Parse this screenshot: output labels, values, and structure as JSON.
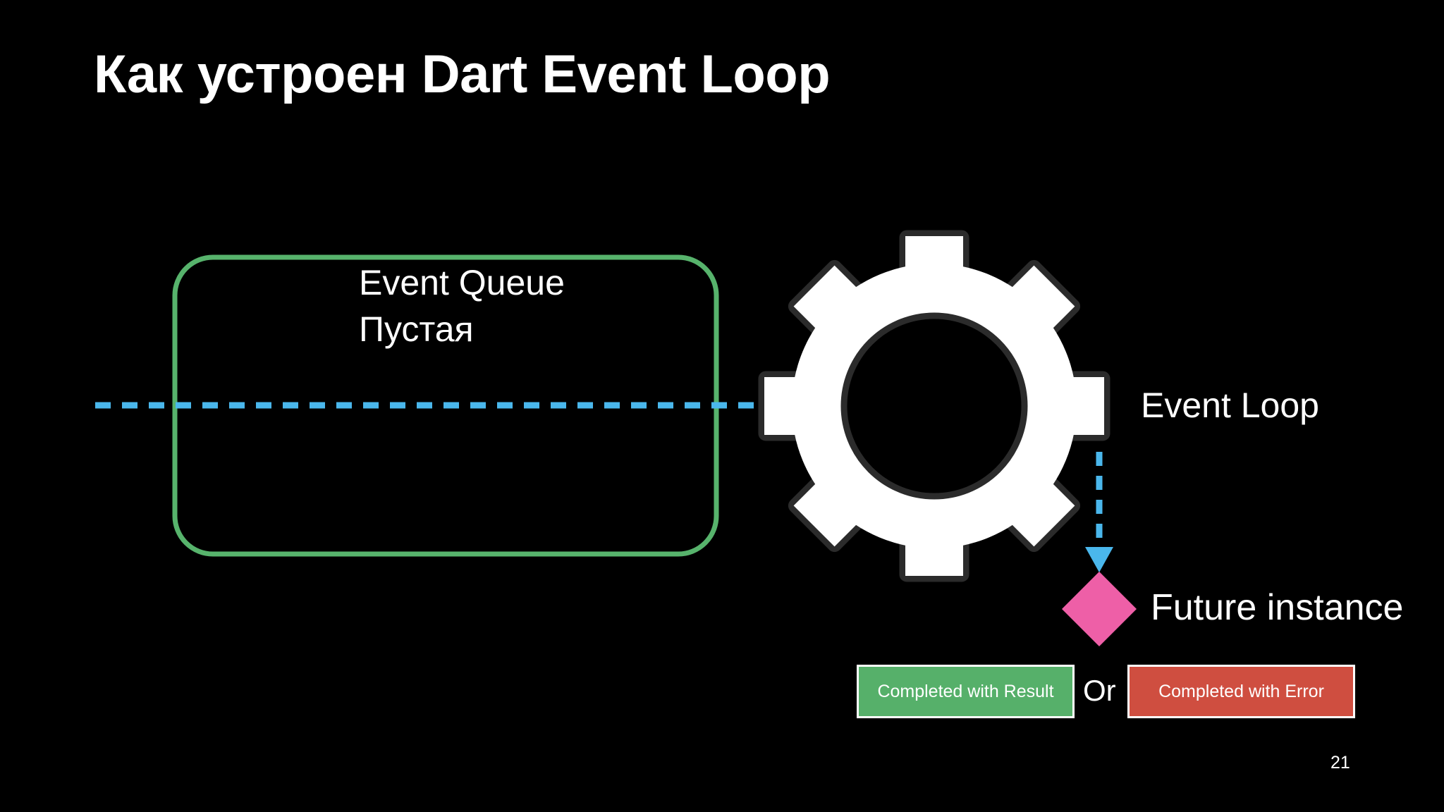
{
  "title": "Как устроен Dart Event Loop",
  "queue": {
    "label": "Event Queue",
    "status": "Пустая"
  },
  "event_loop": {
    "label": "Event Loop",
    "icon": "gear-icon"
  },
  "future": {
    "label": "Future instance",
    "icon": "diamond-icon"
  },
  "outcomes": {
    "result_label": "Completed with Result",
    "or_label": "Or",
    "error_label": "Completed with Error"
  },
  "page_number": "21",
  "colors": {
    "background": "#000000",
    "queue_border": "#57b36c",
    "flow_line": "#4ab7ec",
    "gear_fill": "#ffffff",
    "gear_outline": "#2b2b2b",
    "future_diamond": "#ee5fa7",
    "result_box": "#56b06a",
    "error_box": "#cf4e40"
  }
}
